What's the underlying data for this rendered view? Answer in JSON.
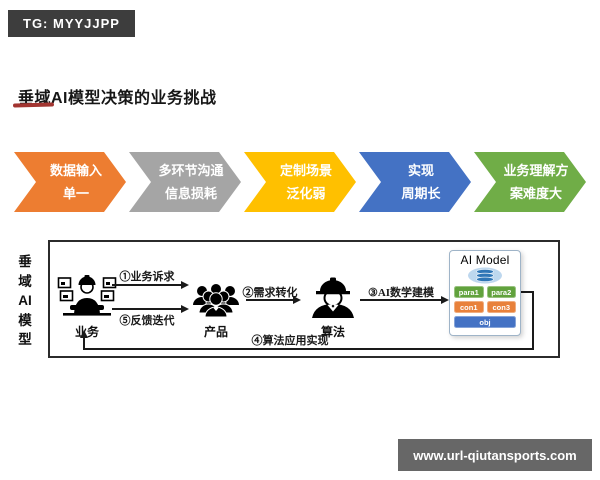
{
  "badges": {
    "top": "TG: MYYJJPP",
    "bottom": "www.url-qiutansports.com"
  },
  "title": "垂域AI模型决策的业务挑战",
  "chevrons": [
    {
      "line1": "数据输入",
      "line2": "单一",
      "color": "#ED7D31"
    },
    {
      "line1": "多环节沟通",
      "line2": "信息损耗",
      "color": "#A5A5A5"
    },
    {
      "line1": "定制场景",
      "line2": "泛化弱",
      "color": "#FFC000"
    },
    {
      "line1": "实现",
      "line2": "周期长",
      "color": "#4472C4"
    },
    {
      "line1": "业务理解方",
      "line2": "案难度大",
      "color": "#70AD47"
    }
  ],
  "diagram": {
    "side_label": "垂\n域\nAI\n模\n型",
    "roles": [
      {
        "label": "业务"
      },
      {
        "label": "产品"
      },
      {
        "label": "算法"
      }
    ],
    "arrows": {
      "a1": "①业务诉求",
      "a5": "⑤反馈迭代",
      "a2": "②需求转化",
      "a3": "③AI数学建模",
      "a4": "④算法应用实现"
    },
    "ai_model": {
      "title": "AI Model",
      "chips": [
        {
          "label": "para1",
          "color": "#61A23D"
        },
        {
          "label": "para2",
          "color": "#61A23D"
        },
        {
          "label": "con1",
          "color": "#E8813B"
        },
        {
          "label": "con3",
          "color": "#E8813B"
        },
        {
          "label": "obj",
          "color": "#4472C4"
        }
      ]
    }
  },
  "colors": {
    "accent_underline": "#A23531",
    "badge_top_bg": "#3D3D3D",
    "badge_bottom_bg": "#676767"
  }
}
